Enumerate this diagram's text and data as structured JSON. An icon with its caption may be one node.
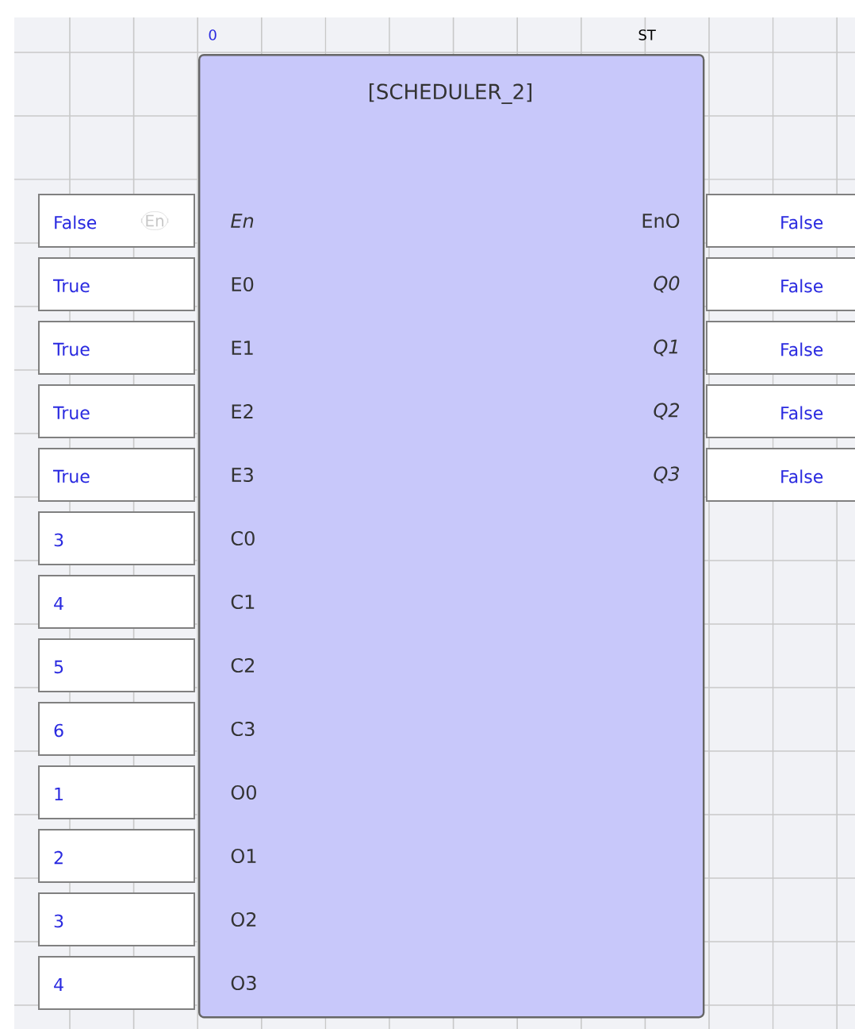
{
  "diagram": {
    "nodes": [
      {
        "text": [
          "[SCHEDULER_2]"
        ]
      },
      {
        "text": [
          "False",
          "En"
        ]
      },
      {
        "text": [
          "True"
        ]
      },
      {
        "text": [
          "True"
        ]
      },
      {
        "text": [
          "True"
        ]
      },
      {
        "text": [
          "True"
        ]
      },
      {
        "text": [
          "3"
        ]
      },
      {
        "text": [
          "4"
        ]
      },
      {
        "text": [
          "5"
        ]
      },
      {
        "text": [
          "6"
        ]
      },
      {
        "text": [
          "1"
        ]
      },
      {
        "text": [
          "2"
        ]
      },
      {
        "text": [
          "3"
        ]
      },
      {
        "text": [
          "4"
        ]
      },
      {
        "text": [
          "False"
        ]
      },
      {
        "text": [
          "False"
        ]
      },
      {
        "text": [
          "False"
        ]
      },
      {
        "text": [
          "False"
        ]
      },
      {
        "text": [
          "False"
        ]
      }
    ],
    "labels": [
      "0",
      "ST",
      "En",
      "EnO",
      "E0",
      "Q0",
      "E1",
      "Q1",
      "E2",
      "Q2",
      "E3",
      "Q3",
      "C0",
      "C1",
      "C2",
      "C3",
      "O0",
      "O1",
      "O2",
      "O3"
    ]
  }
}
